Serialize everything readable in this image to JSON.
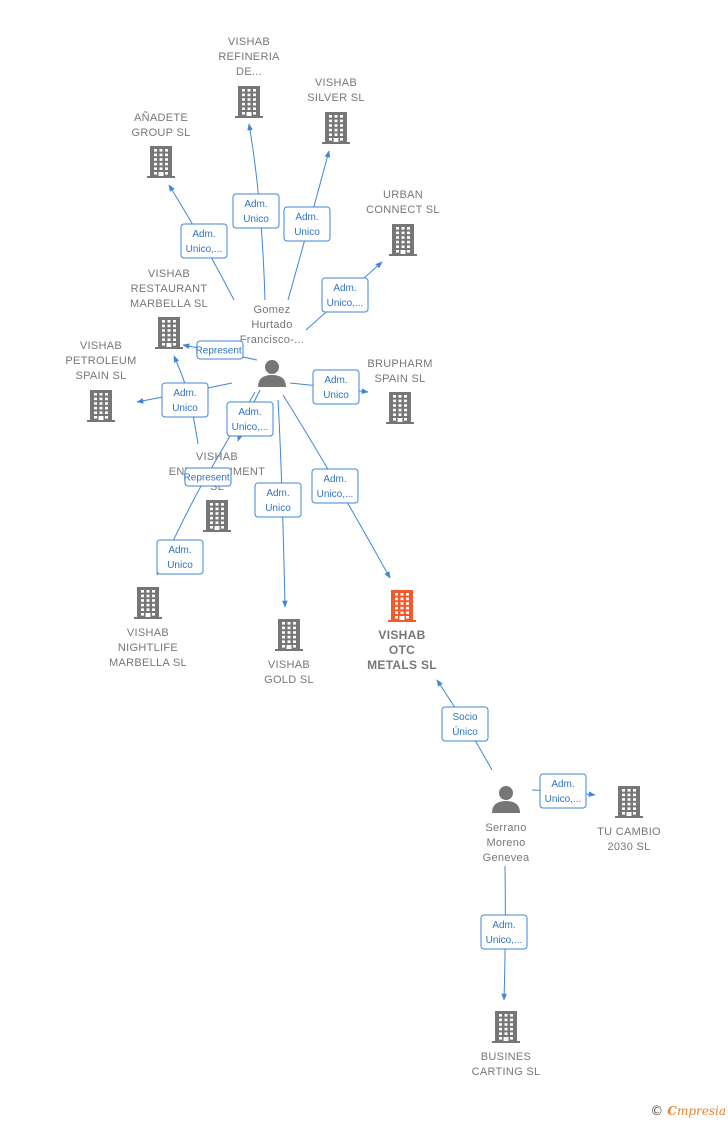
{
  "colors": {
    "edge": "#3f86d8",
    "building": "#767676",
    "focus": "#f15a2b",
    "person": "#767676"
  },
  "nodes": [
    {
      "id": "refineria",
      "type": "company",
      "lines": [
        "VISHAB",
        "REFINERIA",
        "DE..."
      ]
    },
    {
      "id": "silver",
      "type": "company",
      "lines": [
        "VISHAB",
        "SILVER  SL"
      ]
    },
    {
      "id": "anadete",
      "type": "company",
      "lines": [
        "AÑADETE",
        "GROUP  SL"
      ]
    },
    {
      "id": "urban",
      "type": "company",
      "lines": [
        "URBAN",
        "CONNECT  SL"
      ]
    },
    {
      "id": "restaurant",
      "type": "company",
      "lines": [
        "VISHAB",
        "RESTAURANT",
        "MARBELLA  SL"
      ]
    },
    {
      "id": "petroleum",
      "type": "company",
      "lines": [
        "VISHAB",
        "PETROLEUM",
        "SPAIN  SL"
      ]
    },
    {
      "id": "brupharm",
      "type": "company",
      "lines": [
        "BRUPHARM",
        "SPAIN  SL"
      ]
    },
    {
      "id": "gomez",
      "type": "person",
      "lines": [
        "Gomez",
        "Hurtado",
        "Francisco-..."
      ]
    },
    {
      "id": "entertainment",
      "type": "company",
      "lines": [
        "VISHAB",
        "ENTERTAINMENT",
        "SL"
      ]
    },
    {
      "id": "nightlife",
      "type": "company",
      "lines": [
        "VISHAB",
        "NIGHTLIFE",
        "MARBELLA  SL"
      ]
    },
    {
      "id": "gold",
      "type": "company",
      "lines": [
        "VISHAB",
        "GOLD  SL"
      ]
    },
    {
      "id": "otc",
      "type": "company",
      "focus": true,
      "lines": [
        "VISHAB",
        "OTC",
        "METALS  SL"
      ]
    },
    {
      "id": "serrano",
      "type": "person",
      "lines": [
        "Serrano",
        "Moreno",
        "Genevea"
      ]
    },
    {
      "id": "tucambio",
      "type": "company",
      "lines": [
        "TU CAMBIO",
        "2030  SL"
      ]
    },
    {
      "id": "busines",
      "type": "company",
      "lines": [
        "BUSINES",
        "CARTING  SL"
      ]
    }
  ],
  "edges": [
    {
      "from": "gomez",
      "to": "refineria",
      "label": [
        "Adm.",
        "Unico"
      ]
    },
    {
      "from": "gomez",
      "to": "silver",
      "label": [
        "Adm.",
        "Unico"
      ]
    },
    {
      "from": "gomez",
      "to": "anadete",
      "label": [
        "Adm.",
        "Unico,..."
      ]
    },
    {
      "from": "gomez",
      "to": "urban",
      "label": [
        "Adm.",
        "Unico,..."
      ]
    },
    {
      "from": "gomez",
      "to": "restaurant",
      "label": [
        "Represent."
      ]
    },
    {
      "from": "gomez",
      "to": "petroleum",
      "label": [
        "Adm.",
        "Unico"
      ]
    },
    {
      "from": "gomez",
      "to": "brupharm",
      "label": [
        "Adm.",
        "Unico"
      ]
    },
    {
      "from": "gomez",
      "to": "entertainment",
      "label": [
        "Adm.",
        "Unico,..."
      ]
    },
    {
      "from": "gomez",
      "to": "nightlife",
      "label": [
        "Represent."
      ]
    },
    {
      "from": "gomez",
      "to": "nightlife",
      "label": [
        "Adm.",
        "Unico"
      ]
    },
    {
      "from": "gomez",
      "to": "gold",
      "label": [
        "Adm.",
        "Unico"
      ]
    },
    {
      "from": "gomez",
      "to": "otc",
      "label": [
        "Adm.",
        "Unico,..."
      ]
    },
    {
      "from": "serrano",
      "to": "otc",
      "label": [
        "Socio",
        "Único"
      ]
    },
    {
      "from": "serrano",
      "to": "tucambio",
      "label": [
        "Adm.",
        "Unico,..."
      ]
    },
    {
      "from": "serrano",
      "to": "busines",
      "label": [
        "Adm.",
        "Unico,..."
      ]
    }
  ],
  "footer": {
    "copyright": "©",
    "brand_initial": "C",
    "brand_rest": "mpresia"
  }
}
